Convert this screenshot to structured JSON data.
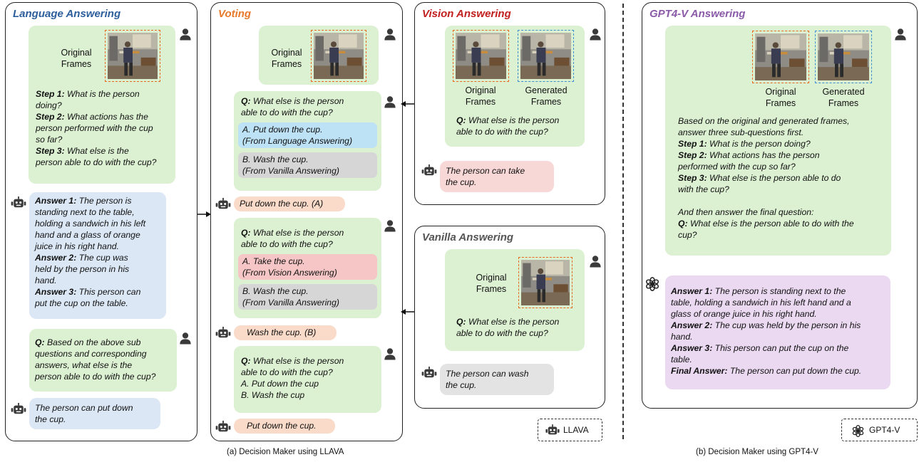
{
  "panels": {
    "language": "Language Answering",
    "voting": "Voting",
    "vision": "Vision Answering",
    "vanilla": "Vanilla Answering",
    "gpt4v": "GPT4-V Answering"
  },
  "colors": {
    "language_title": "#2c5e9c",
    "voting_title": "#e8782a",
    "vision_title": "#c21f1f",
    "vanilla_title": "#555555",
    "gpt4v_title": "#8a5aa8"
  },
  "labels": {
    "original": [
      "Original",
      "Frames"
    ],
    "generated": [
      "Generated",
      "Frames"
    ]
  },
  "language": {
    "steps": {
      "s1_key": "Step 1:",
      "s1_a": "What is the person",
      "s1_b": "doing?",
      "s2_key": "Step 2:",
      "s2_a": "What actions has the",
      "s2_b": "person performed with the cup",
      "s2_c": "so far?",
      "s3_key": "Step 3:",
      "s3_a": "What else is the",
      "s3_b": "person able to do with the cup?"
    },
    "answers": {
      "a1_key": "Answer 1:",
      "a1_1": "The person is",
      "a1_2": "standing next to the table,",
      "a1_3": "holding a sandwich in his left",
      "a1_4": "hand and a glass of orange",
      "a1_5": "juice in his right hand.",
      "a2_key": "Answer 2:",
      "a2_1": "The cup was",
      "a2_2": "held by the person in his",
      "a2_3": "hand.",
      "a3_key": "Answer 3:",
      "a3_1": "This person can",
      "a3_2": "put the cup on the table."
    },
    "question": {
      "key": "Q:",
      "l1": "Based on the above sub",
      "l2": "questions and corresponding",
      "l3": "answers, what else is the",
      "l4": "person able to do with the cup?"
    },
    "final": [
      "The person can put down",
      "the cup."
    ]
  },
  "voting": {
    "q1": {
      "key": "Q:",
      "l1": "What else is the person",
      "l2": "able to do with the cup?",
      "optA": [
        "A.  Put down the cup.",
        "(From Language Answering)"
      ],
      "optB": [
        "B. Wash the cup.",
        "(From Vanilla Answering)"
      ]
    },
    "r1": "Put down the cup. (A)",
    "q2": {
      "key": "Q:",
      "l1": "What else is the person",
      "l2": "able to do with the cup?",
      "optA": [
        "A.  Take the cup.",
        "(From Vision Answering)"
      ],
      "optB": [
        "B. Wash the cup.",
        "(From Vanilla Answering)"
      ]
    },
    "r2": "Wash the cup. (B)",
    "q3": {
      "key": "Q:",
      "l1": "What else is the person",
      "l2": "able to do with the cup?",
      "l3": "A.  Put down the cup",
      "l4": "B.  Wash the cup"
    },
    "r3": "Put down the cup."
  },
  "vision": {
    "q": {
      "key": "Q:",
      "l1": "What else is the person",
      "l2": "able to do with the cup?"
    },
    "answer": [
      "The person can take",
      "the cup."
    ]
  },
  "vanilla": {
    "q": {
      "key": "Q:",
      "l1": "What else is the person",
      "l2": "able to do with the cup?"
    },
    "answer": [
      "The person can wash",
      "the cup."
    ]
  },
  "gpt4v": {
    "intro": [
      "Based on the original and generated frames,",
      "answer three sub-questions first."
    ],
    "s1_key": "Step 1:",
    "s1": "What is the person doing?",
    "s2_key": "Step 2:",
    "s2_a": "What actions has the person",
    "s2_b": "performed with the cup so far?",
    "s3_key": "Step 3:",
    "s3_a": "What else is the person able to do",
    "s3_b": "with the cup?",
    "final_q_intro": "And then answer the final question:",
    "q_key": "Q:",
    "q_a": "What else is the person able to do with the",
    "q_b": "cup?",
    "a1_key": "Answer 1:",
    "a1_1": "The person is standing next to the",
    "a1_2": "table, holding a sandwich in his left hand and a",
    "a1_3": "glass of orange juice in his right hand.",
    "a2_key": "Answer 2:",
    "a2_1": "The cup was held by the person in his",
    "a2_2": "hand.",
    "a3_key": "Answer 3:",
    "a3_1": "This person can put the cup on the",
    "a3_2": "table.",
    "fa_key": "Final Answer:",
    "fa": "The person can put down the cup."
  },
  "legends": {
    "llava": "LLAVA",
    "gpt4v": "GPT4-V"
  },
  "captions": {
    "a": "(a) Decision Maker using LLAVA",
    "b": "(b) Decision Maker using GPT4-V"
  },
  "icons": [
    "user-icon",
    "robot-icon",
    "openai-logo-icon",
    "video-frame-thumbnail"
  ]
}
